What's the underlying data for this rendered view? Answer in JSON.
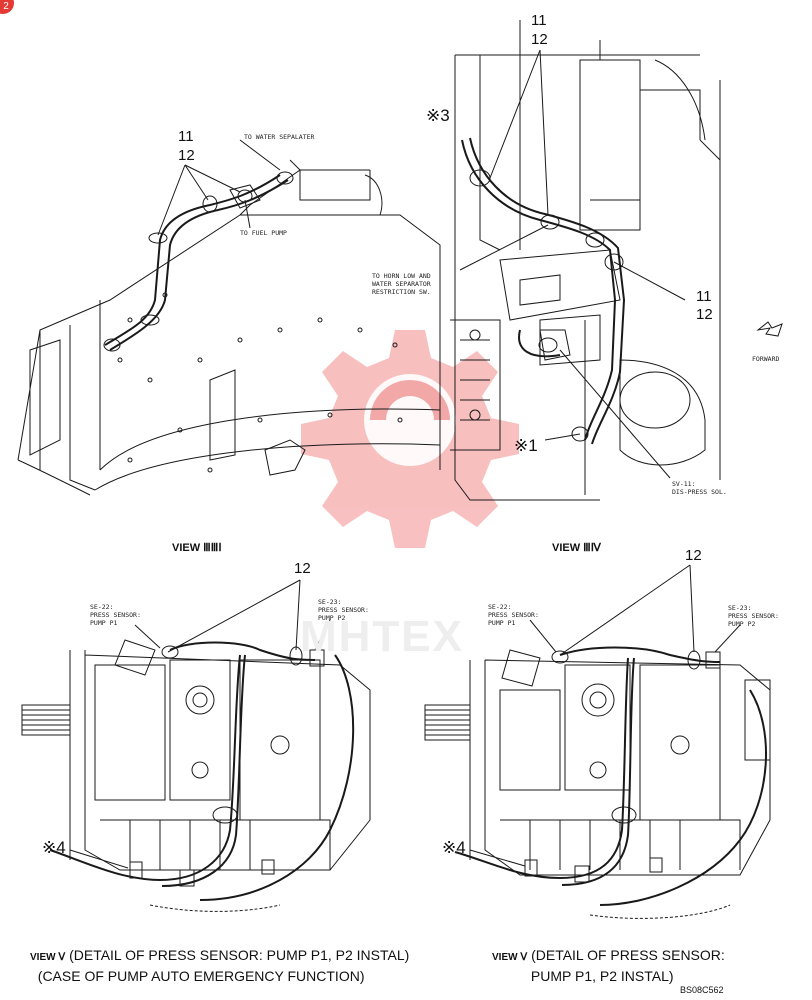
{
  "page": {
    "badge": "2",
    "drawing_code": "BS08C562",
    "watermark": "MHTEX"
  },
  "view_xiii": {
    "label": "VIEW ⅢⅢⅠ",
    "callout_top": "11",
    "callout_bottom": "12",
    "note_water": "TO WATER SEPALATER",
    "note_fuel": "TO FUEL PUMP"
  },
  "view_xiv": {
    "label": "VIEW ⅢⅣ",
    "callout_top_a": "11",
    "callout_top_b": "12",
    "callout_right_a": "11",
    "callout_right_b": "12",
    "ref3": "※3",
    "ref1": "※1",
    "note_horn": "TO HORN LOW AND\nWATER SEPARATOR\nRESTRICTION SW.",
    "note_sv": "SV-11:\nDIS-PRESS SOL.",
    "forward": "FORWARD"
  },
  "view_xv_left": {
    "callout": "12",
    "se22": "SE-22:\nPRESS SENSOR:\nPUMP P1",
    "se23": "SE-23:\nPRESS SENSOR:\nPUMP P2",
    "ref4": "※4",
    "caption_view": "VIEW Ⅴ",
    "caption": " (DETAIL OF PRESS SENSOR: PUMP P1, P2 INSTAL)\n  (CASE OF PUMP AUTO EMERGENCY FUNCTION)"
  },
  "view_xv_right": {
    "callout": "12",
    "se22": "SE-22:\nPRESS SENSOR:\nPUMP P1",
    "se23": "SE-23:\nPRESS SENSOR:\nPUMP P2",
    "ref4": "※4",
    "caption_view": "VIEW Ⅴ",
    "caption": " (DETAIL OF PRESS SENSOR:\n          PUMP P1, P2 INSTAL)"
  },
  "colors": {
    "line": "#1a1a1a",
    "watermark": "#f4a6a6",
    "badge": "#e53935"
  }
}
